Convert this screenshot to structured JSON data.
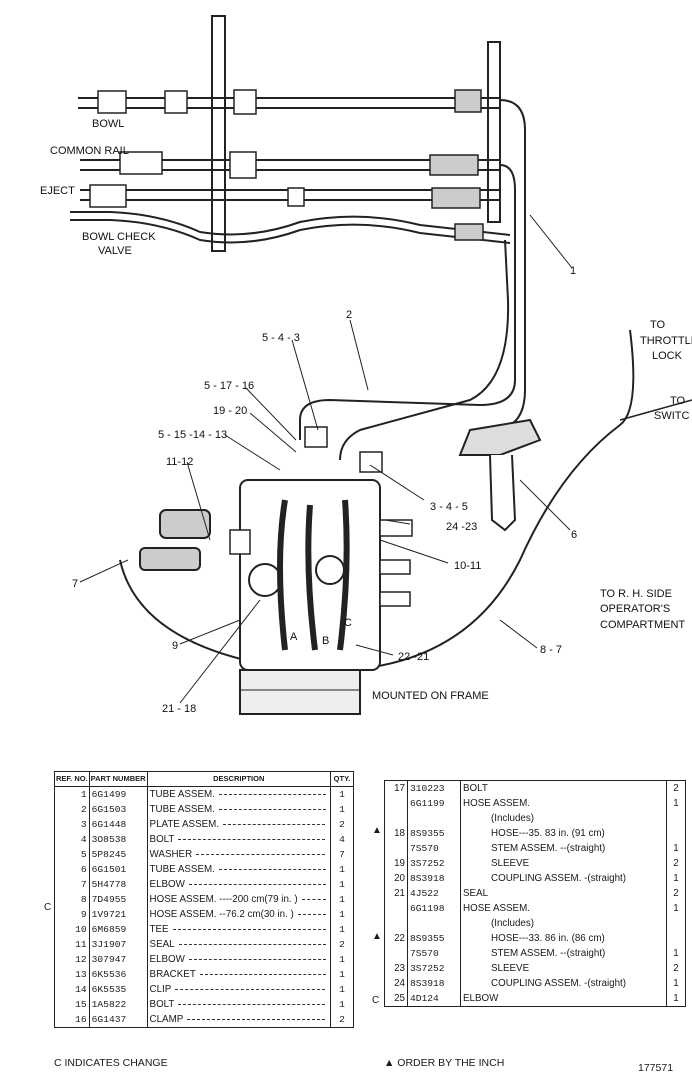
{
  "labels": {
    "bowl": "BOWL",
    "common_rail": "COMMON RAIL",
    "eject": "EJECT",
    "bowl_check_line1": "BOWL CHECK",
    "bowl_check_line2": "VALVE",
    "to_throttle_lock_line1": "TO",
    "to_throttle_lock_line2": "THROTTLE",
    "to_throttle_lock_line3": "LOCK",
    "to_switch_line1": "TO",
    "to_switch_line2": "SWITC",
    "to_rh_side_line1": "TO R. H. SIDE",
    "to_rh_side_line2": "OPERATOR'S",
    "to_rh_side_line3": "COMPARTMENT",
    "mounted_on_frame": "MOUNTED ON FRAME",
    "callout_1": "1",
    "callout_2": "2",
    "callout_5_4_3": "5 - 4 - 3",
    "callout_5_17_16": "5 - 17 - 16",
    "callout_19_20": "19 - 20",
    "callout_5_15_14_13": "5 - 15 -14 - 13",
    "callout_11_12": "11-12",
    "callout_3_4_5": "3 - 4 - 5",
    "callout_24_23": "24 -23",
    "callout_6": "6",
    "callout_10_11": "10-11",
    "callout_7": "7",
    "callout_8_7": "8 - 7",
    "callout_9": "9",
    "callout_22_21": "22 -21",
    "callout_21_18": "21 - 18",
    "letter_a": "A",
    "letter_b": "B",
    "letter_c": "C"
  },
  "left_table": {
    "headers": {
      "ref": "REF. NO.",
      "part": "PART NUMBER",
      "desc": "DESCRIPTION",
      "qty": "QTY."
    },
    "rows": [
      {
        "ref": "1",
        "part": "6G1499",
        "desc": "TUBE ASSEM.",
        "qty": "1"
      },
      {
        "ref": "2",
        "part": "6G1503",
        "desc": "TUBE ASSEM.",
        "qty": "1"
      },
      {
        "ref": "3",
        "part": "6G1448",
        "desc": "PLATE ASSEM.",
        "qty": "2"
      },
      {
        "ref": "4",
        "part": "3O8538",
        "desc": "BOLT",
        "qty": "4"
      },
      {
        "ref": "5",
        "part": "5P8245",
        "desc": "WASHER",
        "qty": "7"
      },
      {
        "ref": "6",
        "part": "6G1501",
        "desc": "TUBE ASSEM.",
        "qty": "1"
      },
      {
        "ref": "7",
        "part": "5H4778",
        "desc": "ELBOW",
        "qty": "1"
      },
      {
        "ref": "8",
        "part": "7D4955",
        "desc": "HOSE ASSEM. ----200 cm(79 in. )",
        "qty": "1"
      },
      {
        "ref": "9",
        "part": "1V9721",
        "desc": "HOSE ASSEM. --76.2 cm(30 in. )",
        "qty": "1"
      },
      {
        "ref": "10",
        "part": "6M6859",
        "desc": "TEE",
        "qty": "1"
      },
      {
        "ref": "11",
        "part": "3J1907",
        "desc": "SEAL",
        "qty": "2"
      },
      {
        "ref": "12",
        "part": "307947",
        "desc": "ELBOW",
        "qty": "1"
      },
      {
        "ref": "13",
        "part": "6K5536",
        "desc": "BRACKET",
        "qty": "1"
      },
      {
        "ref": "14",
        "part": "6K5535",
        "desc": "CLIP",
        "qty": "1"
      },
      {
        "ref": "15",
        "part": "1A5822",
        "desc": "BOLT",
        "qty": "1"
      },
      {
        "ref": "16",
        "part": "6G1437",
        "desc": "CLAMP",
        "qty": "2"
      }
    ]
  },
  "right_table": {
    "rows": [
      {
        "ref": "17",
        "part": "310223",
        "desc": "BOLT",
        "qty": "2"
      },
      {
        "ref": "",
        "part": "6G1199",
        "desc": "HOSE ASSEM.",
        "qty": "1"
      },
      {
        "ref": "",
        "part": "",
        "desc": "(Includes)",
        "qty": "",
        "indent": true
      },
      {
        "ref": "18",
        "part": "8S9355",
        "desc": "HOSE---35. 83 in. (91 cm)",
        "qty": "",
        "indent": true
      },
      {
        "ref": "",
        "part": "7S570",
        "desc": "STEM ASSEM. --(straight)",
        "qty": "1",
        "indent": true
      },
      {
        "ref": "19",
        "part": "3S7252",
        "desc": "SLEEVE",
        "qty": "2",
        "indent": true
      },
      {
        "ref": "20",
        "part": "8S3918",
        "desc": "COUPLING ASSEM. -(straight)",
        "qty": "1",
        "indent": true
      },
      {
        "ref": "21",
        "part": "4J522",
        "desc": "SEAL",
        "qty": "2"
      },
      {
        "ref": "",
        "part": "6G1198",
        "desc": "HOSE ASSEM.",
        "qty": "1"
      },
      {
        "ref": "",
        "part": "",
        "desc": "(Includes)",
        "qty": "",
        "indent": true
      },
      {
        "ref": "22",
        "part": "8S9355",
        "desc": "HOSE---33. 86 in. (86 cm)",
        "qty": "",
        "indent": true
      },
      {
        "ref": "",
        "part": "7S570",
        "desc": "STEM ASSEM. --(straight)",
        "qty": "1",
        "indent": true
      },
      {
        "ref": "23",
        "part": "3S7252",
        "desc": "SLEEVE",
        "qty": "2",
        "indent": true
      },
      {
        "ref": "24",
        "part": "8S3918",
        "desc": "COUPLING ASSEM. -(straight)",
        "qty": "1",
        "indent": true
      },
      {
        "ref": "25",
        "part": "4D124",
        "desc": "ELBOW",
        "qty": "1"
      }
    ]
  },
  "markers": {
    "c": "C",
    "triangle": "▲"
  },
  "footer": {
    "change_note": "C INDICATES CHANGE",
    "order_note": "▲ ORDER BY THE INCH",
    "figure_number": "177571"
  }
}
